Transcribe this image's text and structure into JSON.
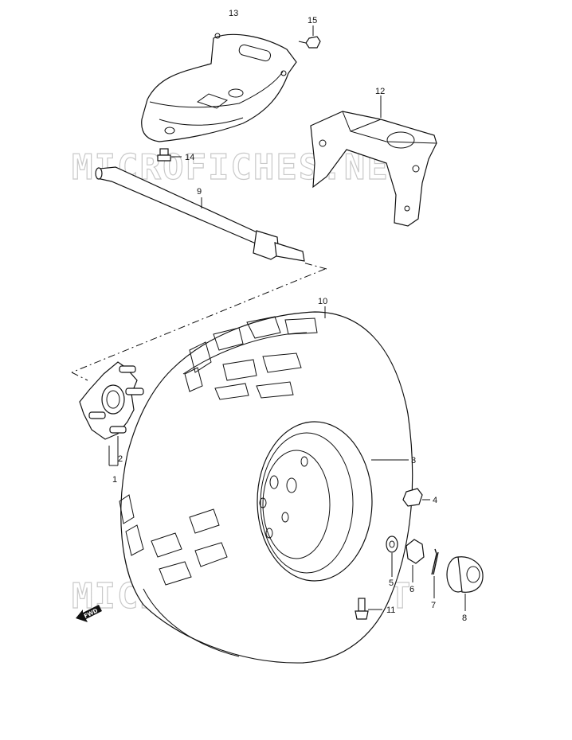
{
  "watermark": "MICROFICHES.NET",
  "fwd_label": "FWD",
  "callouts": {
    "c1": "1",
    "c2": "2",
    "c3": "3",
    "c4": "4",
    "c5": "5",
    "c6": "6",
    "c7": "7",
    "c8": "8",
    "c9": "9",
    "c10": "10",
    "c11": "11",
    "c12": "12",
    "c13": "13",
    "c14": "14",
    "c15": "15"
  }
}
